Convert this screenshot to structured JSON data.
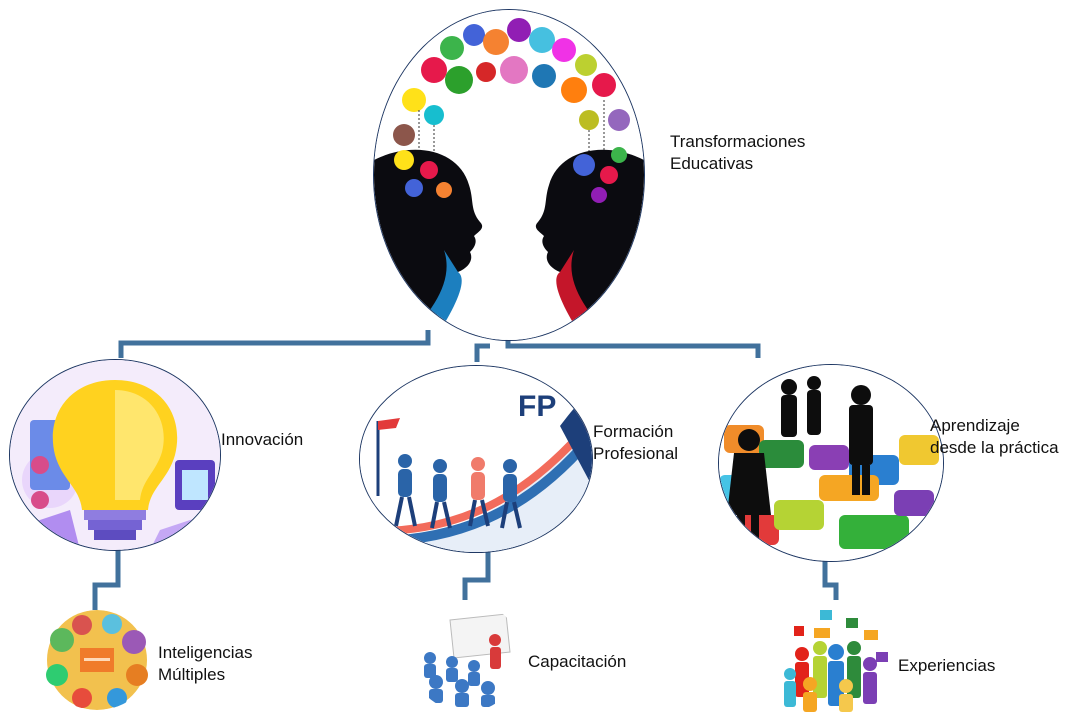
{
  "root": {
    "label_line1": "Transformaciones",
    "label_line2": "Educativas"
  },
  "branches": [
    {
      "label_line1": "Innovación",
      "label_line2": "",
      "child": {
        "label_line1": "Inteligencias",
        "label_line2": "Múltiples"
      }
    },
    {
      "label_line1": "Formación",
      "label_line2": "Profesional",
      "badge": "FP",
      "child": {
        "label_line1": "Capacitación",
        "label_line2": ""
      }
    },
    {
      "label_line1": "Aprendizaje",
      "label_line2": "desde la práctica",
      "child": {
        "label_line1": "Experiencias",
        "label_line2": ""
      }
    }
  ],
  "colors": {
    "connector": "#41719c",
    "node_border": "#1f3864"
  }
}
